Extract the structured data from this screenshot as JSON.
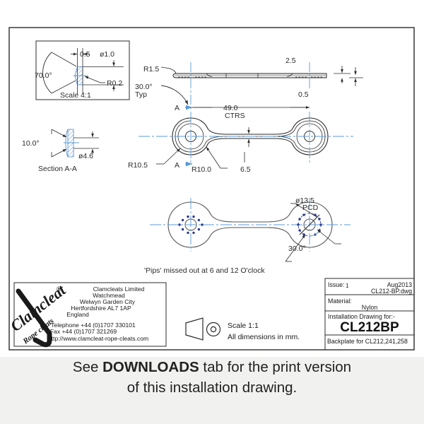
{
  "page": {
    "background": "#f1f1f0",
    "drawing_background": "#ffffff",
    "line_color": "#2b2b2b",
    "centerline_color": "#5b9bd5",
    "hatch_color": "#4a86c8",
    "pip_color": "#2b3a8f"
  },
  "detail_view": {
    "title": "Scale 4:1",
    "dims": {
      "angle": "70.0°",
      "thickness": "0.5",
      "diameter": "ø1.0",
      "radius": "R0.2"
    }
  },
  "section_view": {
    "title": "Section A-A",
    "dims": {
      "angle": "10.0°",
      "diameter": "ø4.6"
    }
  },
  "side_view": {
    "dims": {
      "edge_radius": "R1.5",
      "chamfer_angle": "30.0°",
      "chamfer_note": "Typ",
      "height": "2.5",
      "thickness": "0.5"
    }
  },
  "plan_view": {
    "section_marks": [
      "A",
      "A"
    ],
    "dims": {
      "centres": "49.0",
      "centres_label": "CTRS",
      "outer_radius": "R10.5",
      "inner_radius": "R10.0",
      "waist_width": "6.5"
    }
  },
  "pip_view": {
    "dims": {
      "pcd": "ø13.5",
      "pcd_label": "PCD",
      "pip_angle": "30.0°"
    },
    "note": "'Pips' missed out at 6 and 12 O'clock"
  },
  "title_block": {
    "logo": {
      "brand": "Clamcleat",
      "registered": "®",
      "tagline": "Rope cleats"
    },
    "company": {
      "lines": [
        "Clamcleats Limited",
        "Watchmead",
        "Welwyn Garden City",
        "Hertfordshire AL7 1AP",
        "England"
      ],
      "contact": [
        "Telephone +44 (0)1707 330101",
        "Fax +44 (0)1707 321269",
        "http://www.clamcleat-rope-cleats.com"
      ]
    },
    "projection_symbol": "first-angle-projection",
    "scale": "Scale 1:1",
    "units_note": "All dimensions in mm.",
    "issue_label": "Issue:",
    "issue_value": "1",
    "date": "Aug2013",
    "filename": "CL212-BP.dwg",
    "material_label": "Material:",
    "material_value": "Nylon",
    "installation_label": "Installation Drawing for:-",
    "part_number": "CL212BP",
    "backplate_note": "Backplate for CL212,241,258"
  },
  "caption": {
    "line1_pre": "See ",
    "line1_bold": "DOWNLOADS",
    "line1_post": " tab for the print version",
    "line2": "of this installation drawing."
  }
}
